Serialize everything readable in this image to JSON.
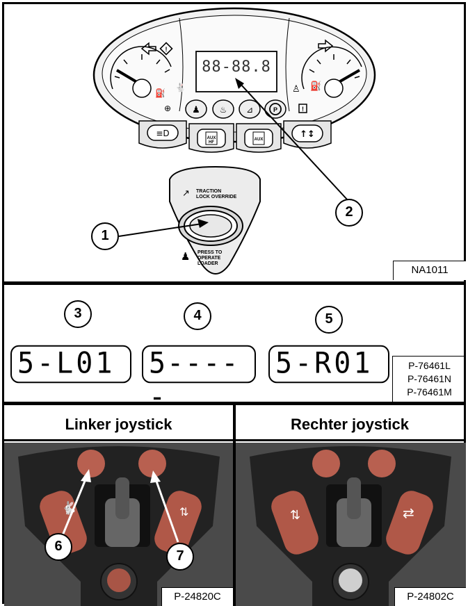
{
  "panel": {
    "figure_code": "NA1011",
    "lcd_segments": "88-88.8",
    "traction_label_line1": "TRACTION",
    "traction_label_line2": "LOCK OVERRIDE",
    "press_label_line1": "PRESS TO",
    "press_label_line2": "OPERATE",
    "press_label_line3": "LOADER",
    "aux_hf_label_line1": "AUX",
    "aux_hf_label_line2": "HF",
    "aux_label": "AUX",
    "callouts": [
      "1",
      "2"
    ]
  },
  "displays": {
    "callouts": [
      "3",
      "4",
      "5"
    ],
    "left_readout": "5-L01",
    "center_readout": "5-----",
    "right_readout": "5-R01",
    "part_numbers": [
      "P-76461L",
      "P-76461N",
      "P-76461M"
    ]
  },
  "joysticks": {
    "left_title": "Linker joystick",
    "right_title": "Rechter joystick",
    "left_code": "P-24820C",
    "right_code": "P-24802C",
    "callouts": [
      "6",
      "7"
    ]
  }
}
